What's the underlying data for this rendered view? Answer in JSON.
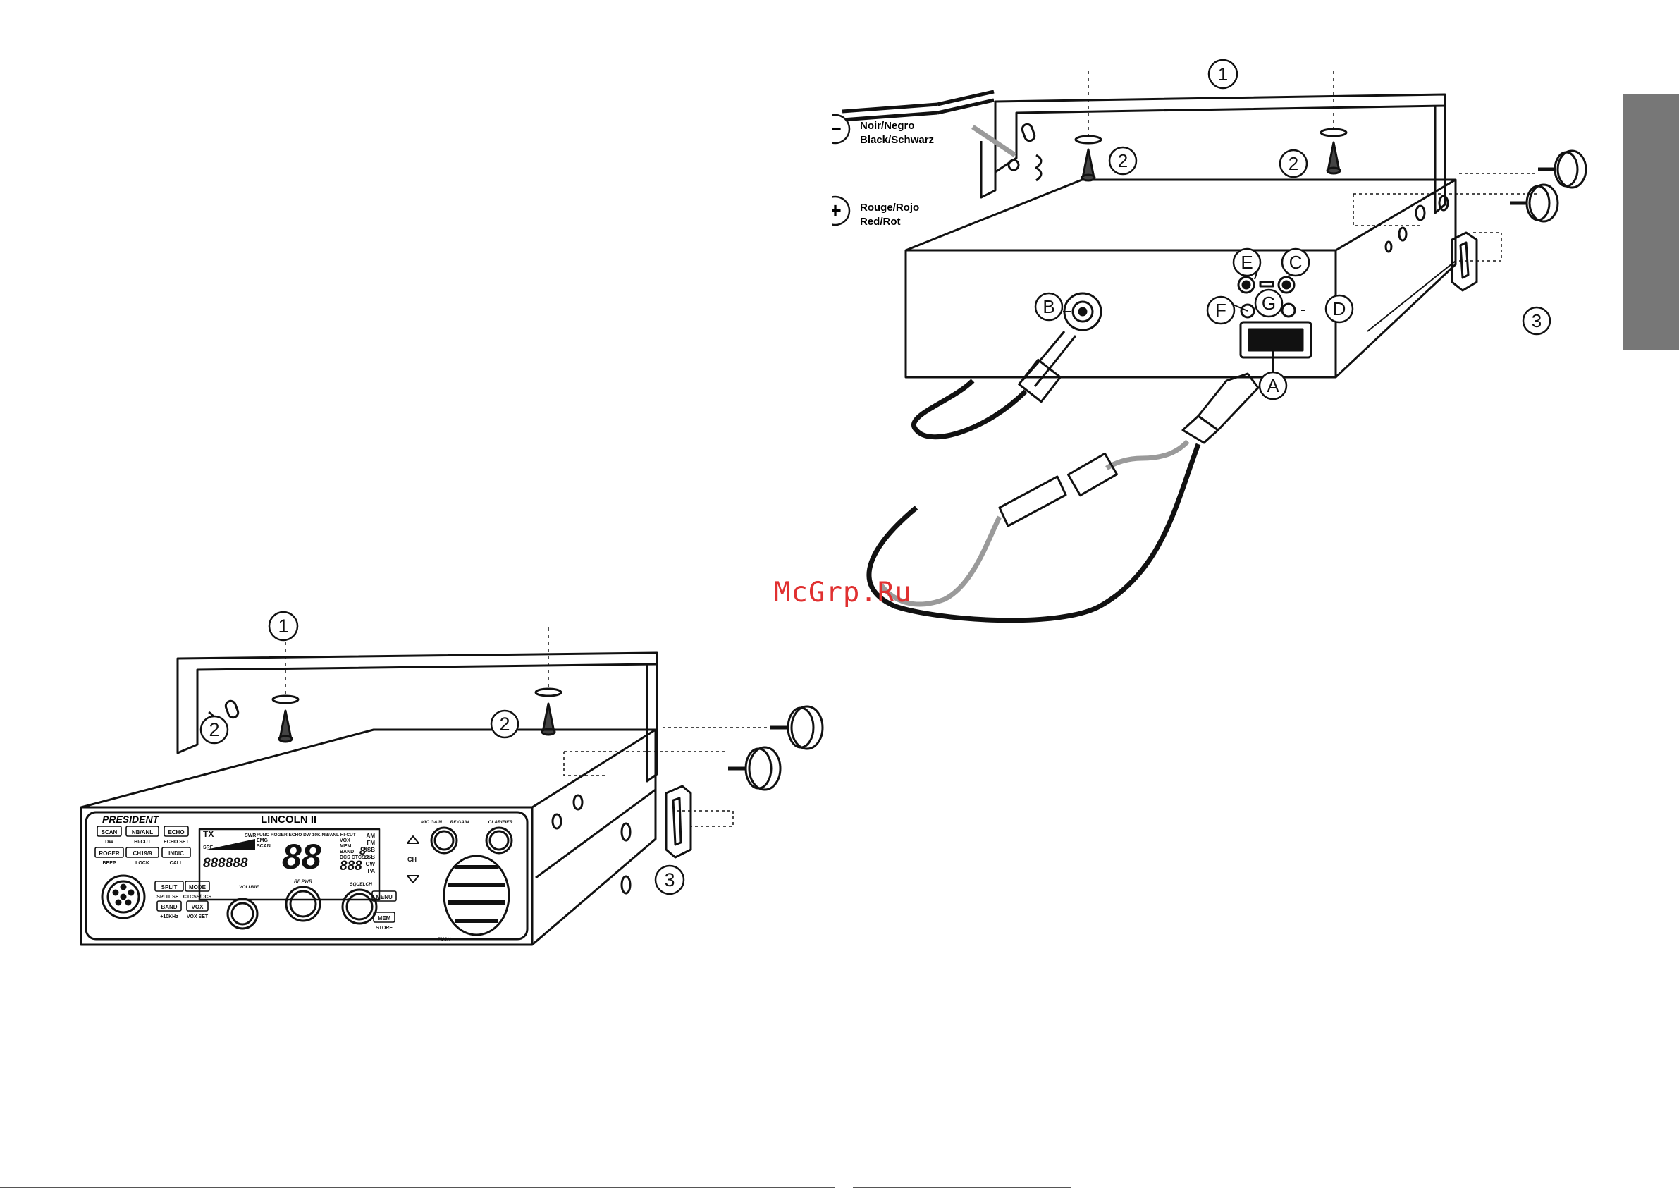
{
  "colors": {
    "ink": "#111111",
    "grey_cable": "#9a9a9a",
    "tab": "#777777",
    "watermark": "#e03030"
  },
  "watermark": "McGrp.Ru",
  "callouts": {
    "bracket": "1",
    "screw": "2",
    "clip": "3",
    "A": "A",
    "B": "B",
    "C": "C",
    "D": "D",
    "E": "E",
    "F": "F",
    "G": "G"
  },
  "wires": {
    "negative_symbol": "−",
    "negative_line1": "Noir/Negro",
    "negative_line2": "Black/Schwarz",
    "positive_symbol": "+",
    "positive_line1": "Rouge/Rojo",
    "positive_line2": "Red/Rot"
  },
  "radio": {
    "brand": "PRESIDENT",
    "model": "LINCOLN II",
    "buttons": [
      {
        "label": "SCAN",
        "sub": "DW"
      },
      {
        "label": "NB/ANL",
        "sub": "HI-CUT"
      },
      {
        "label": "ECHO",
        "sub": "ECHO SET"
      },
      {
        "label": "ROGER",
        "sub": "BEEP"
      },
      {
        "label": "CH19/9",
        "sub": "LOCK"
      },
      {
        "label": "INDIC",
        "sub": "CALL"
      },
      {
        "label": "SPLIT",
        "sub": "SPLIT SET"
      },
      {
        "label": "MODE",
        "sub": "CTCSS/DCS"
      },
      {
        "label": "BAND",
        "sub": "+10KHz"
      },
      {
        "label": "VOX",
        "sub": "VOX SET"
      },
      {
        "label": "MENU",
        "sub": ""
      },
      {
        "label": "MEM",
        "sub": "STORE"
      }
    ],
    "knobs": {
      "volume": "VOLUME",
      "rf_pwr": "RF PWR",
      "squelch": "SQUELCH",
      "mic_gain": "MIC GAIN",
      "rf_gain": "RF GAIN",
      "clarifier": "CLARIFIER",
      "push": "PUSH"
    },
    "lcd": {
      "tx": "TX",
      "swr": "SWR",
      "srf": "SRF",
      "top_row": "FUNC ROGER ECHO DW 10K NB/ANL HI-CUT",
      "emg": "EMG",
      "scan": "SCAN",
      "vox": "VOX",
      "mem": "MEM",
      "band": "BAND",
      "dcs": "DCS CTCSS",
      "big_digits": "88",
      "small_digit": "8",
      "freq_digits": "888888",
      "ch_digits": "888",
      "modes": [
        "AM",
        "FM",
        "USB",
        "LSB",
        "CW",
        "PA"
      ],
      "ch": "CH"
    }
  }
}
